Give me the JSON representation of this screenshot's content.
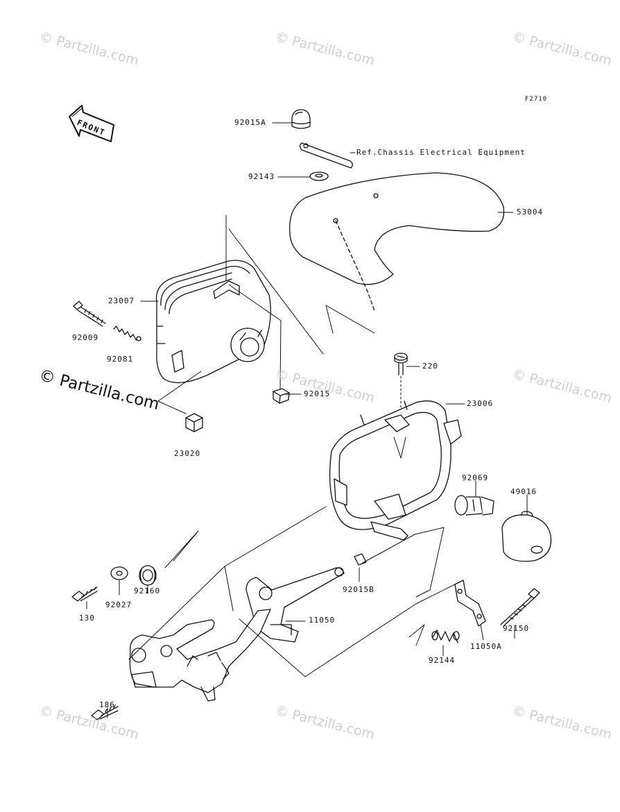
{
  "figure_code": "F2710",
  "front_badge": "FRONT",
  "watermark": "© Partzilla.com",
  "reference_note": "Ref.Chassis Electrical Equipment",
  "part_labels": {
    "p92015A": "92015A",
    "p92143": "92143",
    "p53004": "53004",
    "p23007": "23007",
    "p92009": "92009",
    "p92081": "92081",
    "p92015": "92015",
    "p23020": "23020",
    "p220": "220",
    "p23006": "23006",
    "p92069": "92069",
    "p49016": "49016",
    "p92015B": "92015B",
    "p92160": "92160",
    "p92027": "92027",
    "p130": "130",
    "p11050": "11050",
    "p11050A": "11050A",
    "p92150": "92150",
    "p92144": "92144",
    "p186": "186"
  }
}
